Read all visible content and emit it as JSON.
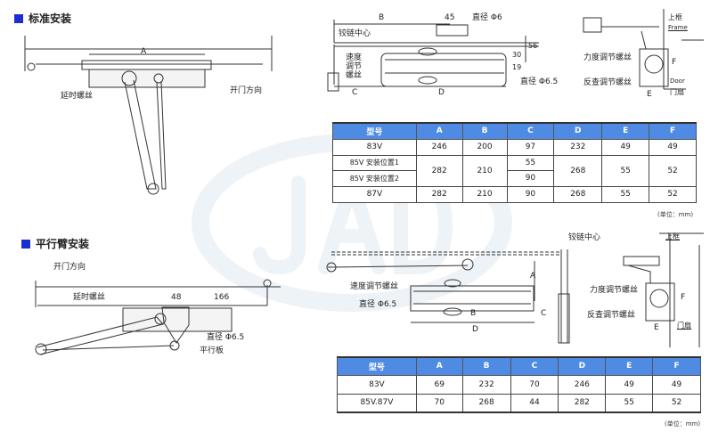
{
  "watermark": "JAD",
  "section1": {
    "title": "标准安装",
    "labels": {
      "a": "A",
      "delay_screw": "延时螺丝",
      "open_dir": "开门方向"
    },
    "side_labels": {
      "b": "B",
      "dim45": "45",
      "dia6": "直径 Φ6",
      "hinge_center": "铰链中心",
      "speed_screw": "速度\n调节\n螺丝",
      "dim30": "30",
      "dim19": "19",
      "dim56": "56",
      "dia65": "直径 Φ6.5",
      "c": "C",
      "d": "D"
    },
    "end_labels": {
      "frame_cn": "上框",
      "frame_en": "Frame",
      "force_screw": "力度调节螺丝",
      "back_screw": "反查调节螺丝",
      "f": "F",
      "e": "E",
      "door_en": "Door",
      "door_cn": "门扇"
    },
    "table": {
      "headers": [
        "型号",
        "A",
        "B",
        "C",
        "D",
        "E",
        "F"
      ],
      "rows": [
        {
          "model": "83V",
          "a": "246",
          "b": "200",
          "c": "97",
          "d": "232",
          "e": "49",
          "f": "49"
        },
        {
          "model": "85V 安装位置1",
          "a": "282",
          "b": "210",
          "c": "55",
          "d": "268",
          "e": "55",
          "f": "52"
        },
        {
          "model": "85V 安装位置2",
          "c": "90"
        },
        {
          "model": "87V",
          "a": "282",
          "b": "210",
          "c": "90",
          "d": "268",
          "e": "55",
          "f": "52"
        }
      ],
      "unit": "(单位：mm)"
    }
  },
  "section2": {
    "title": "平行臂安装",
    "labels": {
      "open_dir": "开门方向",
      "delay_screw": "延时螺丝",
      "dim48": "48",
      "dim166": "166",
      "dia65": "直径 Φ6.5",
      "parallel_plate": "平行板"
    },
    "side_labels": {
      "hinge_center": "铰链中心",
      "a": "A",
      "speed_screw": "速度调节螺丝",
      "dia65": "直径 Φ6.5",
      "b": "B",
      "c": "C",
      "d": "D"
    },
    "end_labels": {
      "frame_cn": "上框",
      "force_screw": "力度调节螺丝",
      "back_screw": "反查调节螺丝",
      "f": "F",
      "e": "E",
      "door_cn": "门扇"
    },
    "table": {
      "headers": [
        "型号",
        "A",
        "B",
        "C",
        "D",
        "E",
        "F"
      ],
      "rows": [
        {
          "model": "83V",
          "a": "69",
          "b": "232",
          "c": "70",
          "d": "246",
          "e": "49",
          "f": "49"
        },
        {
          "model": "85V.87V",
          "a": "70",
          "b": "268",
          "c": "44",
          "d": "282",
          "e": "55",
          "f": "52"
        }
      ],
      "unit": "(单位：mm)"
    }
  }
}
